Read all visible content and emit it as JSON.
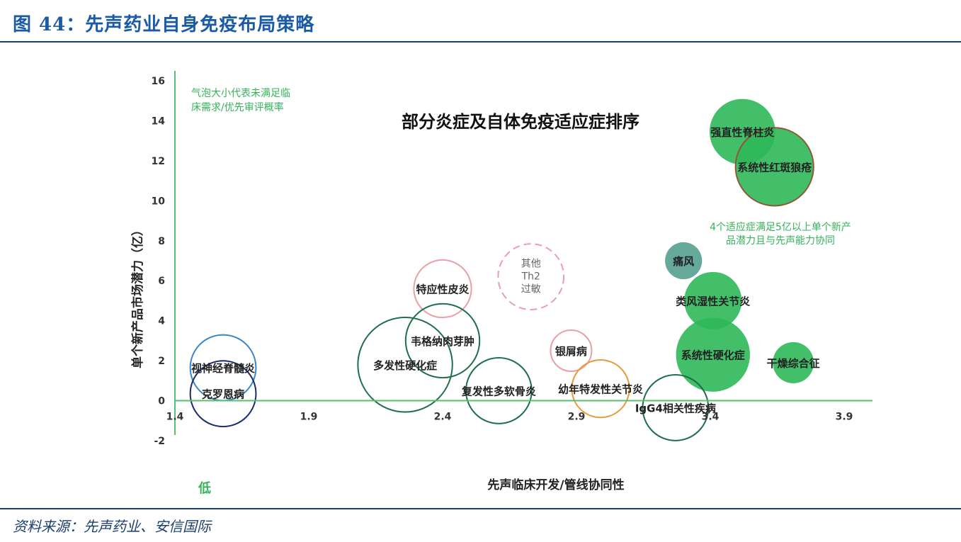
{
  "figure": {
    "title": "图 44：先声药业自身免疫布局策略",
    "source": "资料来源：先声药业、安信国际"
  },
  "colors": {
    "axis": "#5bbf72",
    "solid_green": "#2fb85a",
    "dark_green": "#1f6e4a",
    "pink": "#e8a0a8",
    "blue": "#3a86c8",
    "navy": "#1a2e6e",
    "orange": "#e89a3a",
    "teal": "#4a9a8a",
    "brown": "#8a5a3a",
    "note_green": "#33b35a"
  },
  "chart_data": {
    "type": "scatter",
    "title": "部分炎症及自体免疫适应症排序",
    "xlabel": "先声临床开发/管线协同性",
    "ylabel": "单个新产品市场潜力（亿）",
    "xlim": [
      1.4,
      3.9
    ],
    "ylim": [
      -2,
      16
    ],
    "xticks": [
      "1.4",
      "1.9",
      "2.4",
      "2.9",
      "3.4",
      "3.9"
    ],
    "yticks": [
      "-2",
      "0",
      "2",
      "4",
      "6",
      "8",
      "10",
      "12",
      "14",
      "16"
    ],
    "low_label": "低",
    "bubble_note": "气泡大小代表未满足临床需求/优先审评概率",
    "bubble_note_lines": [
      "气泡大小代表未满足临",
      "床需求/优先审评概率"
    ],
    "annotation_lines": [
      "4个适应症满足5亿以上单个新产",
      "品潜力且与先声能力协同"
    ],
    "grid": false,
    "points": [
      {
        "name": "强直性脊柱炎",
        "x": 3.52,
        "y": 13.45,
        "size": 1.6,
        "style": "solid_green",
        "border": "none"
      },
      {
        "name": "系统性红斑狼疮",
        "x": 3.64,
        "y": 11.7,
        "size": 1.9,
        "style": "solid_green",
        "border": "brown"
      },
      {
        "name": "痛风",
        "x": 3.3,
        "y": 7.0,
        "size": 0.9,
        "style": "teal",
        "border": "none"
      },
      {
        "name": "类风湿性关节炎",
        "x": 3.41,
        "y": 5.0,
        "size": 1.4,
        "style": "solid_green",
        "border": "none"
      },
      {
        "name": "系统性硬化症",
        "x": 3.41,
        "y": 2.3,
        "size": 1.8,
        "style": "solid_green",
        "border": "none"
      },
      {
        "name": "干燥综合征",
        "x": 3.71,
        "y": 1.9,
        "size": 1.0,
        "style": "solid_green",
        "border": "none"
      },
      {
        "name": "其他Th2过敏",
        "lines": [
          "其他",
          "Th2",
          "过敏"
        ],
        "x": 2.73,
        "y": 6.2,
        "size": 1.6,
        "style": "pink_dashed",
        "border": "pink"
      },
      {
        "name": "特应性皮炎",
        "x": 2.4,
        "y": 5.6,
        "size": 1.4,
        "style": "outline",
        "border": "pink"
      },
      {
        "name": "韦格纳肉芽肿",
        "x": 2.4,
        "y": 3.0,
        "size": 1.8,
        "style": "outline",
        "border": "dark_green"
      },
      {
        "name": "多发性硬化症",
        "x": 2.26,
        "y": 1.8,
        "size": 2.3,
        "style": "outline",
        "border": "dark_green"
      },
      {
        "name": "复发性多软骨炎",
        "x": 2.61,
        "y": 0.5,
        "size": 1.6,
        "style": "outline",
        "border": "dark_green"
      },
      {
        "name": "银屑病",
        "x": 2.88,
        "y": 2.5,
        "size": 1.0,
        "style": "outline",
        "border": "pink"
      },
      {
        "name": "幼年特发性关节炎",
        "x": 2.99,
        "y": 0.6,
        "size": 1.4,
        "style": "outline",
        "border": "orange"
      },
      {
        "name": "IgG4相关性疾病",
        "x": 3.27,
        "y": -0.35,
        "size": 1.6,
        "style": "outline",
        "border": "dark_green"
      },
      {
        "name": "视神经脊髓炎",
        "x": 1.58,
        "y": 1.65,
        "size": 1.6,
        "style": "outline",
        "border": "blue"
      },
      {
        "name": "克罗恩病",
        "x": 1.58,
        "y": 0.35,
        "size": 1.6,
        "style": "outline",
        "border": "navy"
      }
    ]
  }
}
